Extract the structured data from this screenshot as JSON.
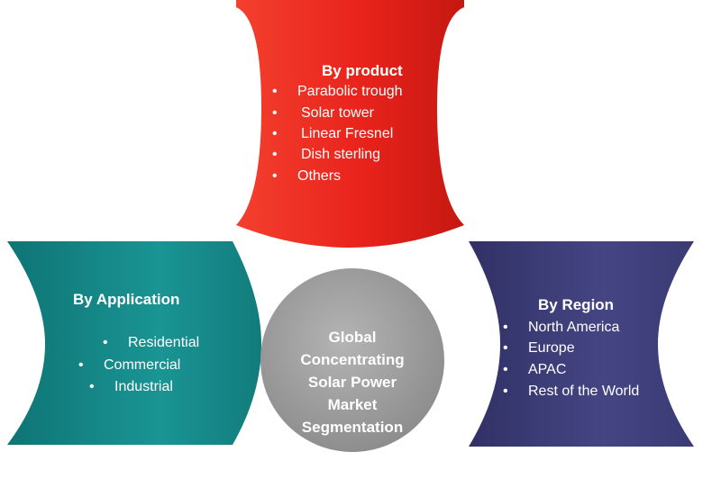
{
  "diagram": {
    "colors": {
      "product": "#e8231c",
      "application": "#168a8a",
      "region": "#3f3f78",
      "center": "#9c9c9c",
      "text": "#ffffff"
    },
    "product": {
      "heading": "By product",
      "items": [
        "Parabolic trough",
        "Solar tower",
        "Linear Fresnel",
        "Dish sterling",
        "Others"
      ]
    },
    "application": {
      "heading": "By Application",
      "items": [
        "Residential",
        "Commercial",
        "Industrial"
      ]
    },
    "region": {
      "heading": "By Region",
      "items": [
        "North America",
        "Europe",
        "APAC",
        "Rest of the World"
      ]
    },
    "center": {
      "lines": [
        "Global",
        "Concentrating",
        "Solar Power",
        "Market",
        "Segmentation"
      ]
    },
    "bullet_glyph": "•"
  }
}
